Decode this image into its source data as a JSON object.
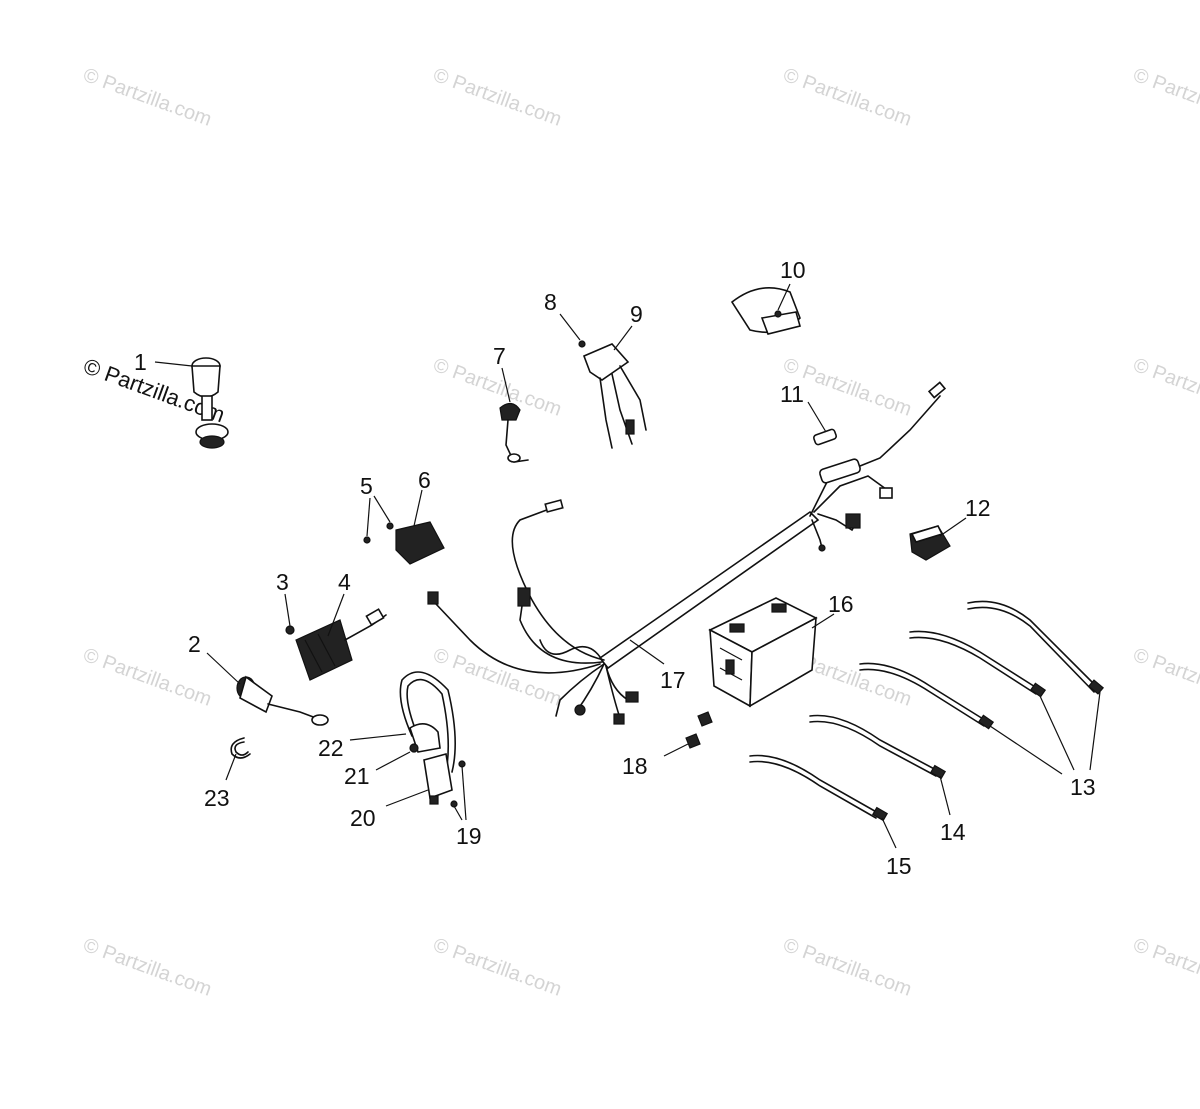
{
  "watermark": {
    "text": "© Partzilla.com",
    "color": "#d4d4d4",
    "strong_text": "© Partzilla.com",
    "strong_color": "#111111"
  },
  "callouts": {
    "c1": "1",
    "c2": "2",
    "c3": "3",
    "c4": "4",
    "c5": "5",
    "c6": "6",
    "c7": "7",
    "c8": "8",
    "c9": "9",
    "c10": "10",
    "c11": "11",
    "c12": "12",
    "c13": "13",
    "c14": "14",
    "c15": "15",
    "c16": "16",
    "c17": "17",
    "c18": "18",
    "c19": "19",
    "c20": "20",
    "c21": "21",
    "c22": "22",
    "c23": "23"
  },
  "colors": {
    "line": "#111111",
    "background": "#ffffff"
  }
}
